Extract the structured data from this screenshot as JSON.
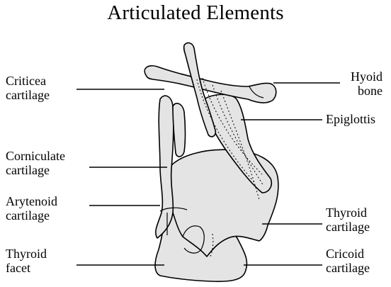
{
  "title": "Articulated Elements",
  "labels": {
    "criticea": "Criticea\ncartilage",
    "hyoid": "Hyoid\nbone",
    "epiglottis": "Epiglottis",
    "corniculate": "Corniculate\ncartilage",
    "arytenoid": "Arytenoid\ncartilage",
    "thyroid_cartilage": "Thyroid\ncartilage",
    "thyroid_facet": "Thyroid\nfacet",
    "cricoid": "Cricoid\ncartilage"
  }
}
